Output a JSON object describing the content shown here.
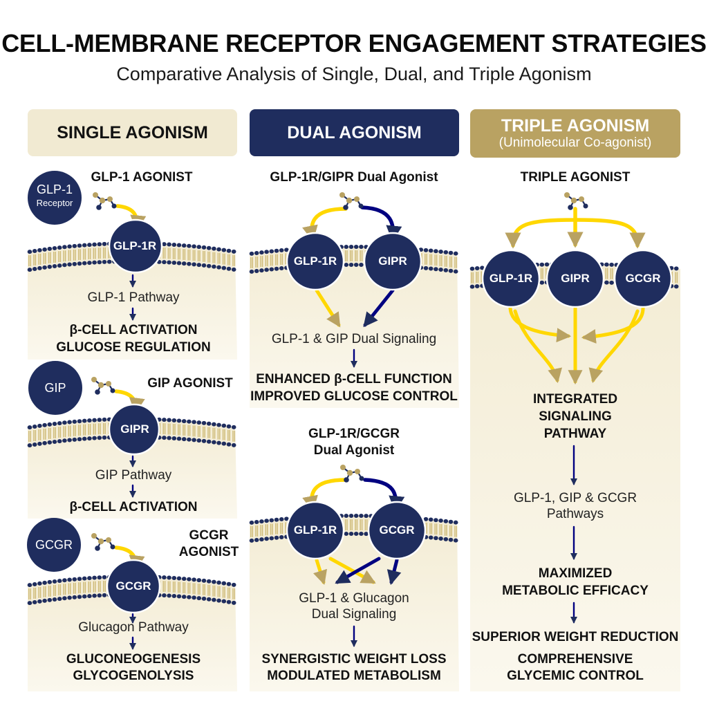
{
  "title": "CELL-MEMBRANE RECEPTOR ENGAGEMENT STRATEGIES",
  "subtitle": "Comparative Analysis of Single, Dual, and Triple Agonism",
  "colors": {
    "navy": "#1f2d5e",
    "gold": "#b9a262",
    "cream": "#f1ead2",
    "membrane_head": "#1f2d5e",
    "membrane_tail": "#cdb872"
  },
  "single": {
    "header": "SINGLE AGONISM",
    "glp1": {
      "ligand_line1": "GLP-1",
      "ligand_line2": "Receptor",
      "agonist": "GLP-1 AGONIST",
      "receptor": "GLP-1R",
      "pathway": "GLP-1 Pathway",
      "outcome1": "β-CELL ACTIVATION",
      "outcome2": "GLUCOSE REGULATION"
    },
    "gip": {
      "ligand": "GIP",
      "agonist": "GIP AGONIST",
      "receptor": "GIPR",
      "pathway": "GIP Pathway",
      "outcome1": "β-CELL ACTIVATION"
    },
    "gcgr": {
      "ligand": "GCGR",
      "agonist1": "GCGR",
      "agonist2": "AGONIST",
      "receptor": "GCGR",
      "pathway": "Glucagon Pathway",
      "outcome1": "GLUCONEOGENESIS",
      "outcome2": "GLYCOGENOLYSIS"
    }
  },
  "dual": {
    "header": "DUAL AGONISM",
    "a": {
      "agonist": "GLP-1R/GIPR Dual Agonist",
      "receptor1": "GLP-1R",
      "receptor2": "GIPR",
      "signaling": "GLP-1 & GIP Dual Signaling",
      "outcome1": "ENHANCED β-CELL FUNCTION",
      "outcome2": "IMPROVED GLUCOSE CONTROL"
    },
    "b": {
      "agonist1": "GLP-1R/GCGR",
      "agonist2": "Dual Agonist",
      "receptor1": "GLP-1R",
      "receptor2": "GCGR",
      "signaling1": "GLP-1 & Glucagon",
      "signaling2": "Dual Signaling",
      "outcome1": "SYNERGISTIC WEIGHT LOSS",
      "outcome2": "MODULATED METABOLISM"
    }
  },
  "triple": {
    "header1": "TRIPLE AGONISM",
    "header2": "(Unimolecular Co-agonist)",
    "agonist": "TRIPLE AGONIST",
    "receptor1": "GLP-1R",
    "receptor2": "GIPR",
    "receptor3": "GCGR",
    "integrated1": "INTEGRATED",
    "integrated2": "SIGNALING",
    "integrated3": "PATHWAY",
    "pathways1": "GLP-1, GIP & GCGR",
    "pathways2": "Pathways",
    "maximized1": "MAXIMIZED",
    "maximized2": "METABOLIC EFFICACY",
    "outcome1": "SUPERIOR WEIGHT REDUCTION",
    "outcome2": "COMPREHENSIVE",
    "outcome3": "GLYCEMIC CONTROL"
  }
}
